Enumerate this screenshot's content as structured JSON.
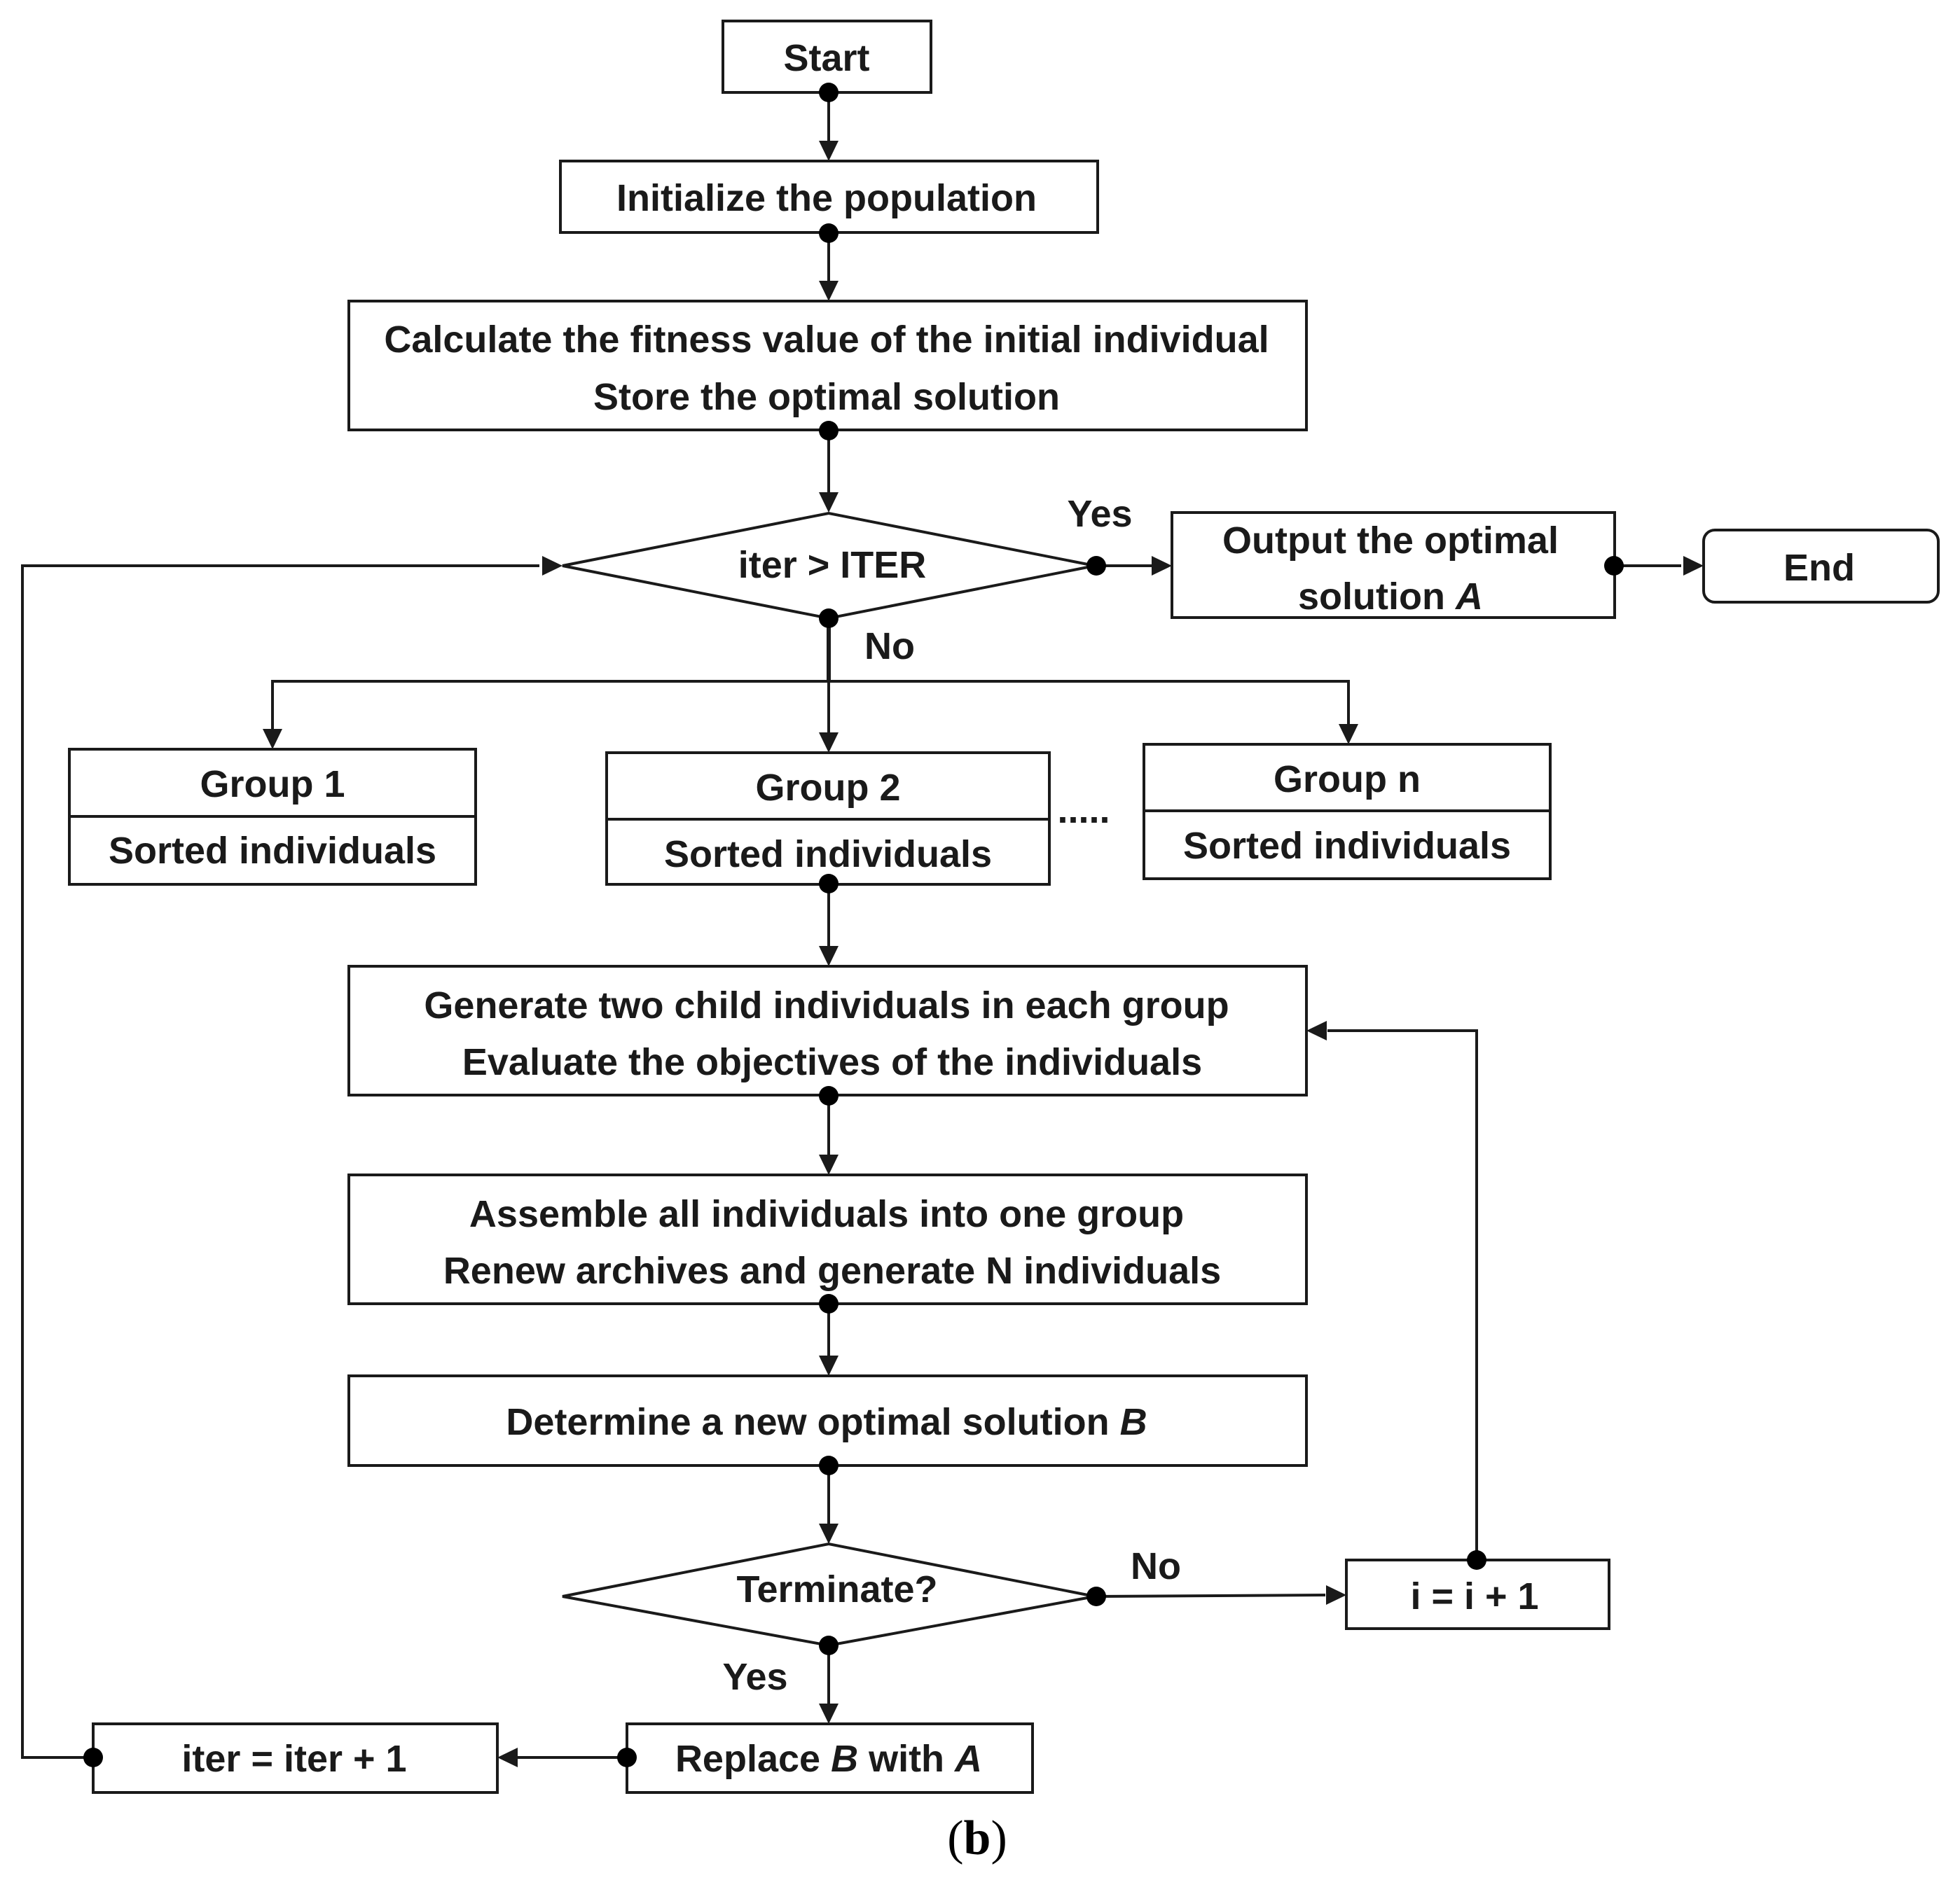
{
  "diagram": {
    "nodes": {
      "start": {
        "label": "Start"
      },
      "init": {
        "label": "Initialize the population"
      },
      "calc": {
        "line1": "Calculate the fitness value of the initial individual",
        "line2": "Store the optimal solution"
      },
      "dec1": {
        "label": "iter > ITER"
      },
      "output": {
        "line1": "Output the optimal",
        "line2_prefix": "solution ",
        "line2_var": "A"
      },
      "end": {
        "label": "End"
      },
      "g1": {
        "title": "Group 1",
        "sub": "Sorted individuals"
      },
      "g2": {
        "title": "Group 2",
        "sub": "Sorted individuals"
      },
      "gn": {
        "title": "Group n",
        "sub": "Sorted individuals"
      },
      "ellipsis": ".....",
      "gen": {
        "line1": "Generate two child individuals in each group",
        "line2": "Evaluate the objectives of the individuals"
      },
      "asm": {
        "line1": "Assemble all individuals into one group",
        "line2": "Renew archives and generate N individuals"
      },
      "det": {
        "prefix": "Determine a new optimal solution ",
        "var": "B"
      },
      "dec2": {
        "label": "Terminate?"
      },
      "inc_i": {
        "label": "i = i + 1"
      },
      "rep": {
        "p1": "Replace ",
        "v1": "B",
        "p2": " with ",
        "v2": "A"
      },
      "inc_iter": {
        "label": "iter = iter + 1"
      }
    },
    "edge_labels": {
      "yes_top": "Yes",
      "no_top": "No",
      "no_bottom": "No",
      "yes_bottom": "Yes"
    },
    "caption": {
      "open": "(",
      "letter": "b",
      "close": ")"
    }
  }
}
